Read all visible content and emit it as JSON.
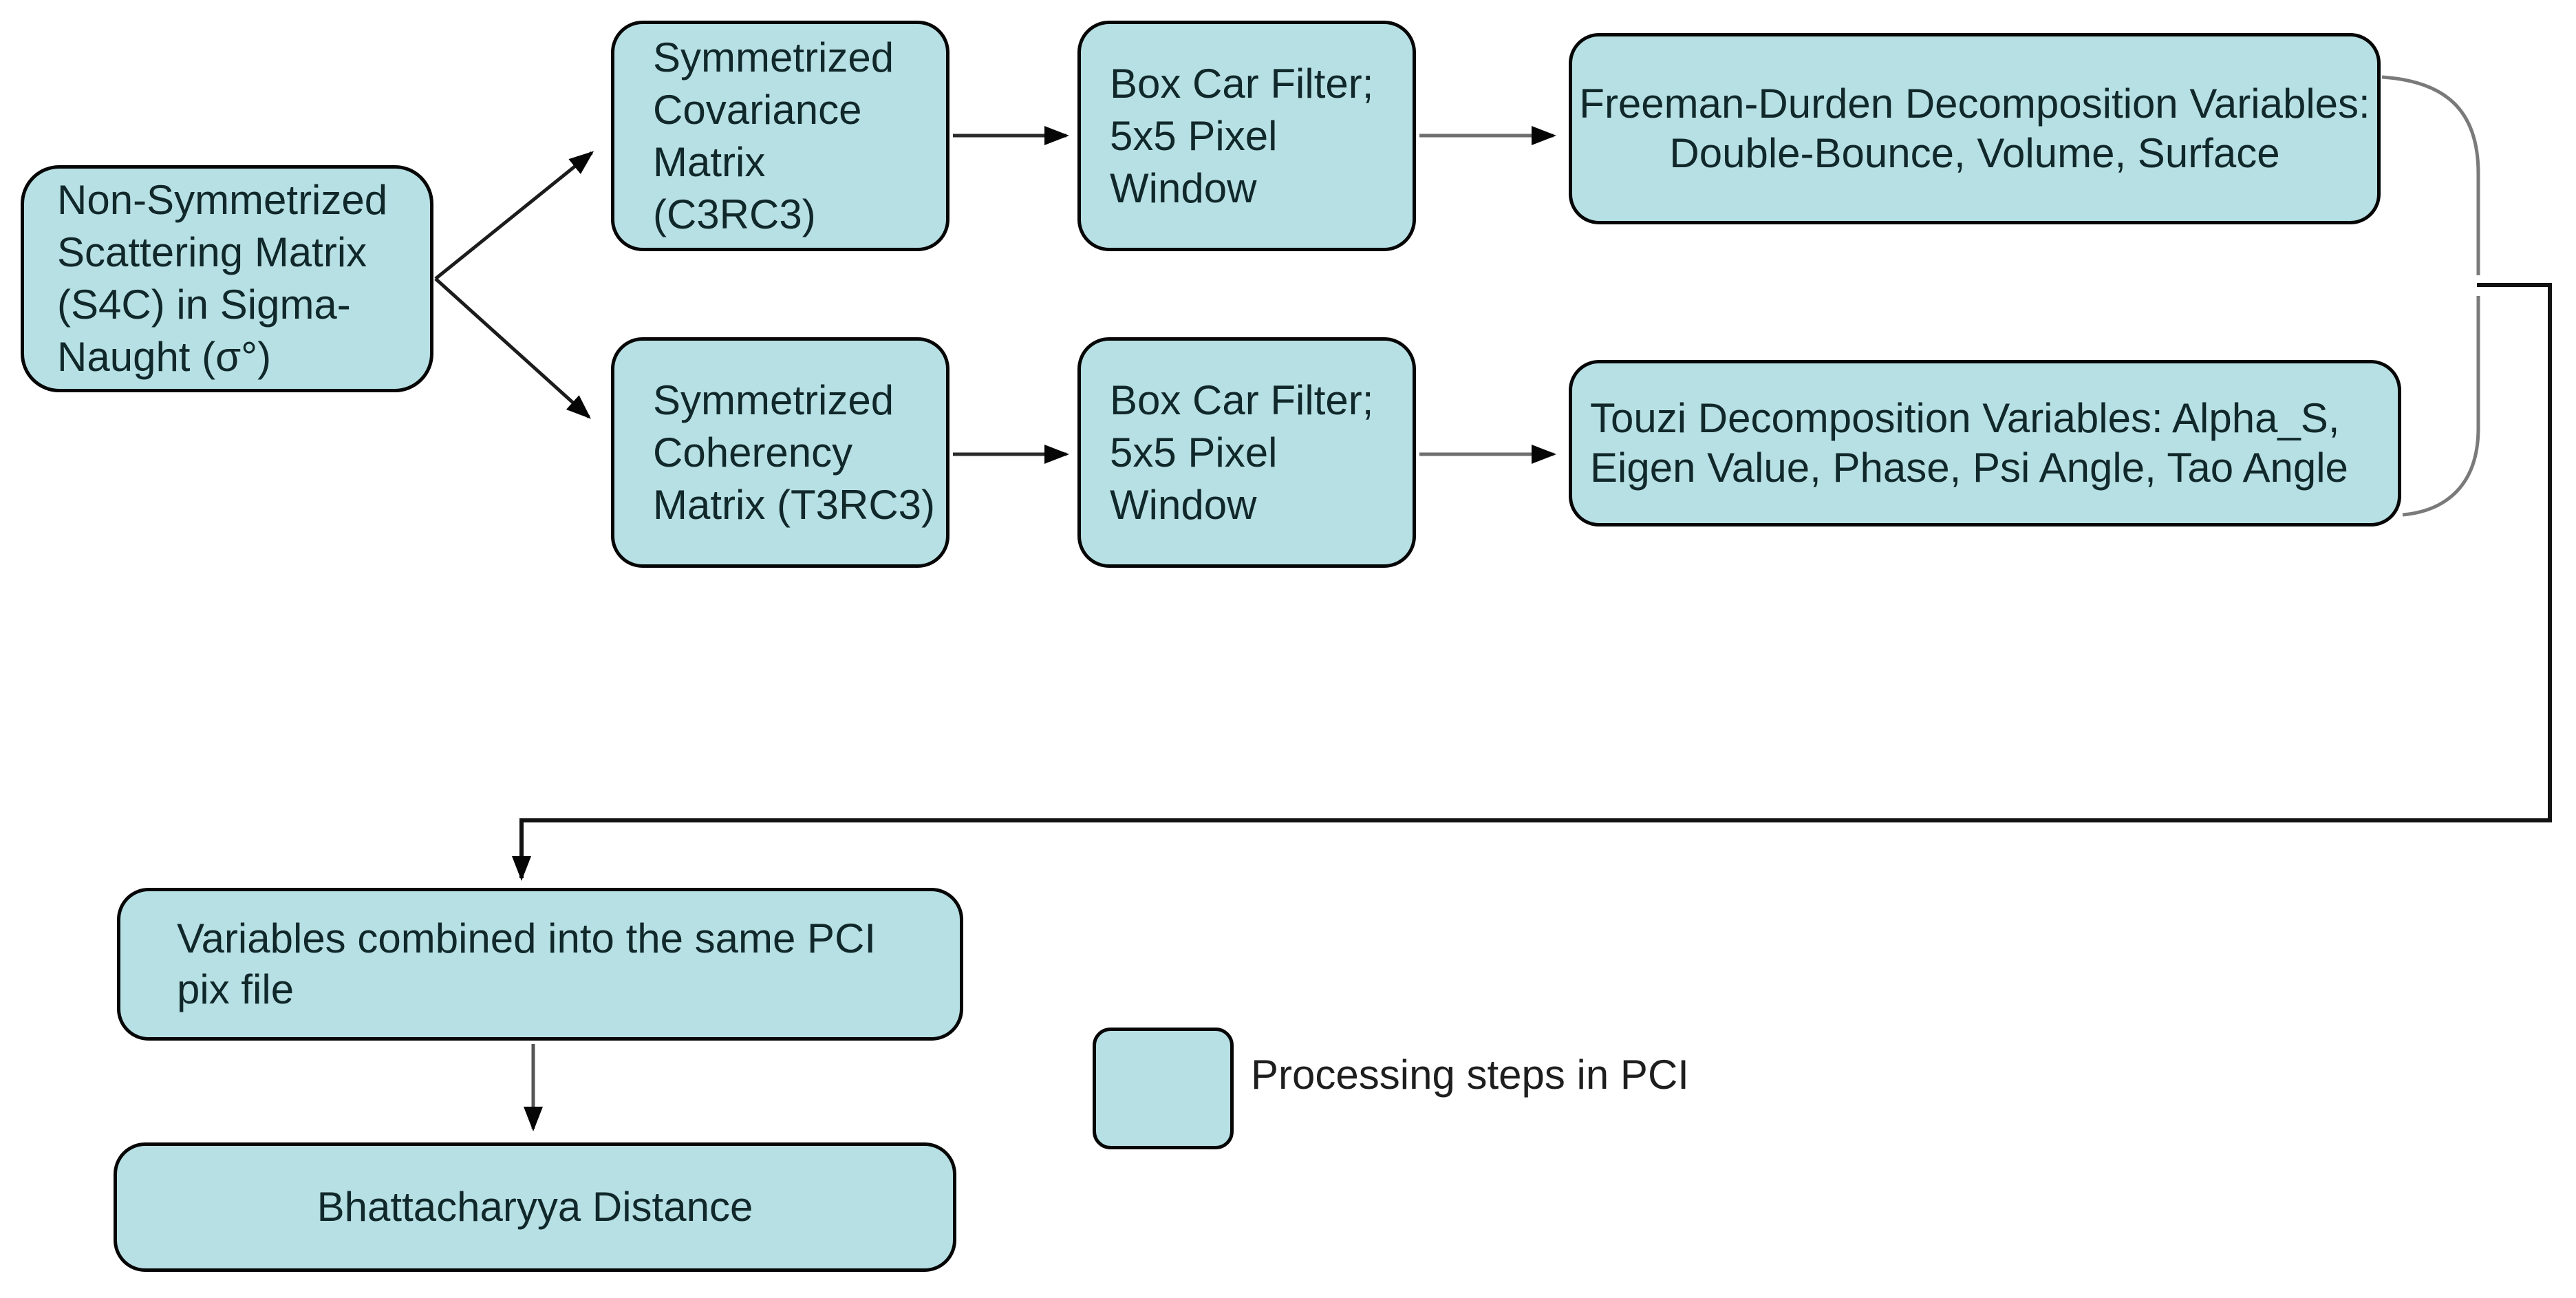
{
  "nodes": {
    "scattering": {
      "label": "Non-Symmetrized\nScattering Matrix\n(S4C) in Sigma-\nNaught (σ°)"
    },
    "covariance": {
      "label": "Symmetrized\nCovariance\nMatrix\n(C3RC3)"
    },
    "boxcar_top": {
      "label": "Box Car Filter;\n5x5 Pixel\nWindow"
    },
    "freeman": {
      "label": "Freeman-Durden Decomposition Variables:\nDouble-Bounce, Volume, Surface"
    },
    "coherency": {
      "label": "Symmetrized\nCoherency\nMatrix (T3RC3)"
    },
    "boxcar_bottom": {
      "label": "Box Car Filter;\n5x5 Pixel\nWindow"
    },
    "touzi": {
      "label": "Touzi Decomposition Variables: Alpha_S,\nEigen Value, Phase, Psi Angle, Tao Angle"
    },
    "combined": {
      "label": "Variables combined into the same PCI\npix file"
    },
    "bhattacharyya": {
      "label": "Bhattacharyya Distance"
    }
  },
  "legend": {
    "label": "Processing steps in PCI"
  },
  "colors": {
    "background": "#ffffff",
    "node_fill": "#b7e0e4",
    "node_border": "#060606",
    "node_text": "#11282b",
    "legend_text": "#1e1e1e",
    "connector_dark": "#1c1c1c",
    "connector_gray": "#7a7a7a"
  }
}
